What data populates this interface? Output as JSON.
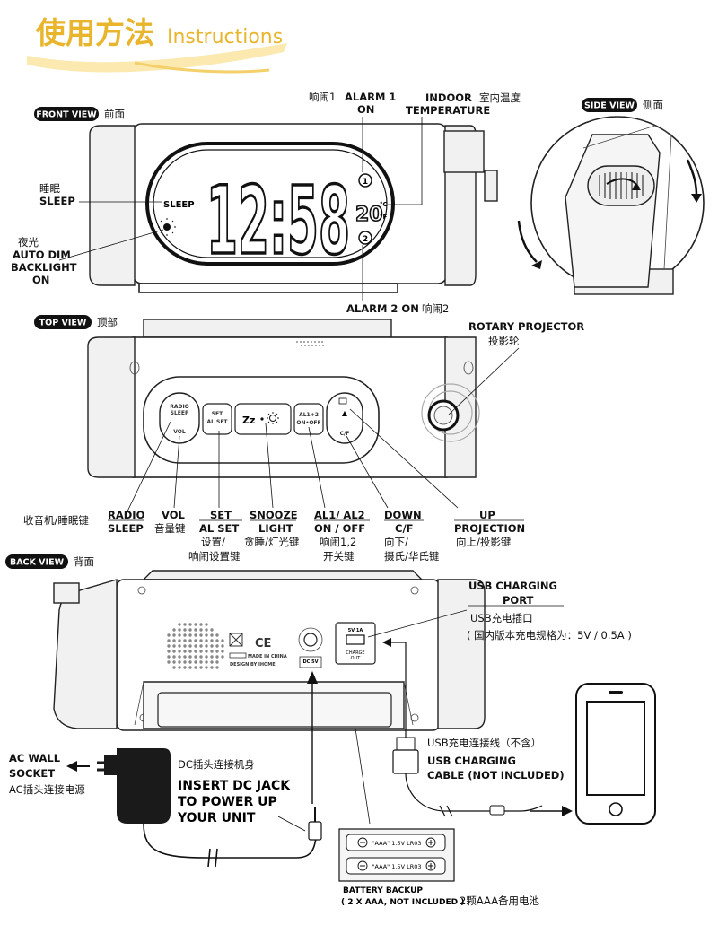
{
  "header": {
    "title_cn": "使用方法",
    "title_en": "Instructions"
  },
  "front_view": {
    "title_en": "FRONT VIEW",
    "title_cn": "前面",
    "display": {
      "time": "12:58",
      "temp": "20",
      "temp_unit_c": "°C",
      "temp_unit_f": "°F",
      "sleep": "SLEEP",
      "alarm1": "1",
      "alarm2": "2"
    },
    "labels": {
      "alarm1_cn": "响闹1",
      "alarm1_en1": "ALARM 1",
      "alarm1_en2": "ON",
      "indoor1": "INDOOR",
      "indoor_cn": "室内温度",
      "indoor2": "TEMPERATURE",
      "sleep_cn": "睡眠",
      "sleep_en": "SLEEP",
      "dim_cn": "夜光",
      "dim_en1": "AUTO DIM",
      "dim_en2": "BACKLIGHT",
      "dim_en3": "ON",
      "alarm2_en": "ALARM 2 ON",
      "alarm2_cn": "响闹2"
    }
  },
  "side_view": {
    "title_en": "SIDE VIEW",
    "title_cn": "侧面"
  },
  "top_view": {
    "title_en": "TOP VIEW",
    "title_cn": "顶部",
    "buttons": {
      "radio": "RADIO",
      "sleep": "SLEEP",
      "vol": "VOL",
      "set": "SET",
      "alset": "AL SET",
      "snooze": "Zz",
      "al12": "AL1+2",
      "onoff": "ON•OFF",
      "up": "▲",
      "cf": "C/F"
    },
    "labels": {
      "rotary_en": "ROTARY PROJECTOR",
      "rotary_cn": "投影轮",
      "radio_cn": "收音机/睡眠键",
      "radio_en1": "RADIO",
      "radio_en2": "SLEEP",
      "vol_en": "VOL",
      "vol_cn": "音量键",
      "set_en1": "SET",
      "set_en2": "AL SET",
      "set_cn1": "设置/",
      "set_cn2": "响闹设置键",
      "snooze_en1": "SNOOZE",
      "snooze_en2": "LIGHT",
      "snooze_cn": "贪睡/灯光键",
      "al_en1": "AL1/ AL2",
      "al_en2": "ON / OFF",
      "al_cn1": "响闹1,2",
      "al_cn2": "开关键",
      "down_en1": "DOWN",
      "down_en2": "C/F",
      "down_cn1": "向下/",
      "down_cn2": "摄氏/华氏键",
      "up_en1": "UP",
      "up_en2": "PROJECTION",
      "up_cn": "向上/投影键"
    }
  },
  "back_view": {
    "title_en": "BACK VIEW",
    "title_cn": "背面",
    "marks": {
      "dc": "DC 5V",
      "usb_rating": "5V 1A",
      "charge1": "CHARGE",
      "charge2": "OUT",
      "made": "MADE IN CHINA",
      "design": "DESIGN BY IHOME",
      "ce": "CE",
      "battery_cell": "\"AAA\" 1.5V LR03"
    },
    "labels": {
      "usb_port1": "USB CHARGING",
      "usb_port2": "PORT",
      "usb_port_cn": "USB充电插口",
      "usb_spec": "( 国内版本充电规格为：5V / 0.5A )",
      "usb_cable_cn": "USB充电连接线（不含）",
      "usb_cable1": "USB CHARGING",
      "usb_cable2": "CABLE (NOT INCLUDED)",
      "ac1": "AC WALL",
      "ac2": "SOCKET",
      "ac_cn": "AC插头连接电源",
      "dc_cn": "DC插头连接机身",
      "dc1": "INSERT DC JACK",
      "dc2": "TO POWER UP",
      "dc3": "YOUR UNIT",
      "battery1": "BATTERY BACKUP",
      "battery2": "( 2 X AAA, NOT INCLUDED )",
      "battery_cn": "2颗AAA备用电池"
    }
  }
}
